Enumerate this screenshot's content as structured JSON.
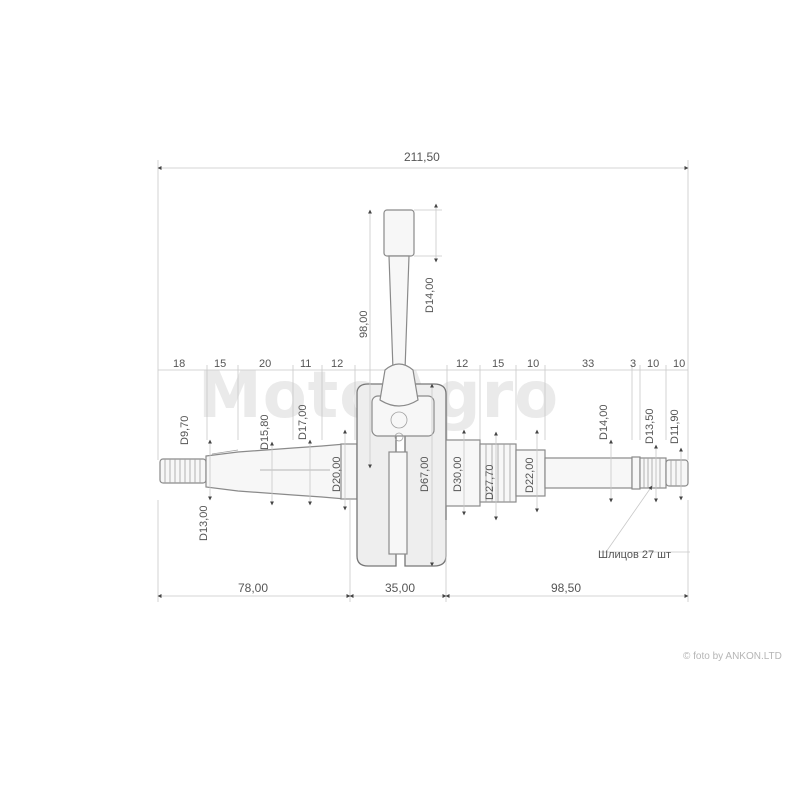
{
  "watermark": "MotoAgro",
  "credit": "© foto by ANKON.LTD",
  "spline_note": "Шлицов 27 шт",
  "dimensions": {
    "overall_length": "211,50",
    "rod_length": "98,00",
    "rod_small_end": "D14,00",
    "segments_left": [
      "18",
      "15",
      "20",
      "11",
      "12"
    ],
    "segments_right": [
      "12",
      "15",
      "10",
      "33",
      "3",
      "10",
      "10"
    ],
    "left_shaft": "78,00",
    "crank_web": "35,00",
    "right_shaft": "98,50",
    "diam_9_70": "D9,70",
    "diam_13_00": "D13,00",
    "diam_15_80": "D15,80",
    "diam_17_00": "D17,00",
    "diam_20_00": "D20,00",
    "diam_67_00": "D67,00",
    "diam_30_00": "D30,00",
    "diam_27_70": "D27,70",
    "diam_22_00": "D22,00",
    "diam_14_00": "D14,00",
    "diam_13_50": "D13,50",
    "diam_11_90": "D11,90"
  }
}
